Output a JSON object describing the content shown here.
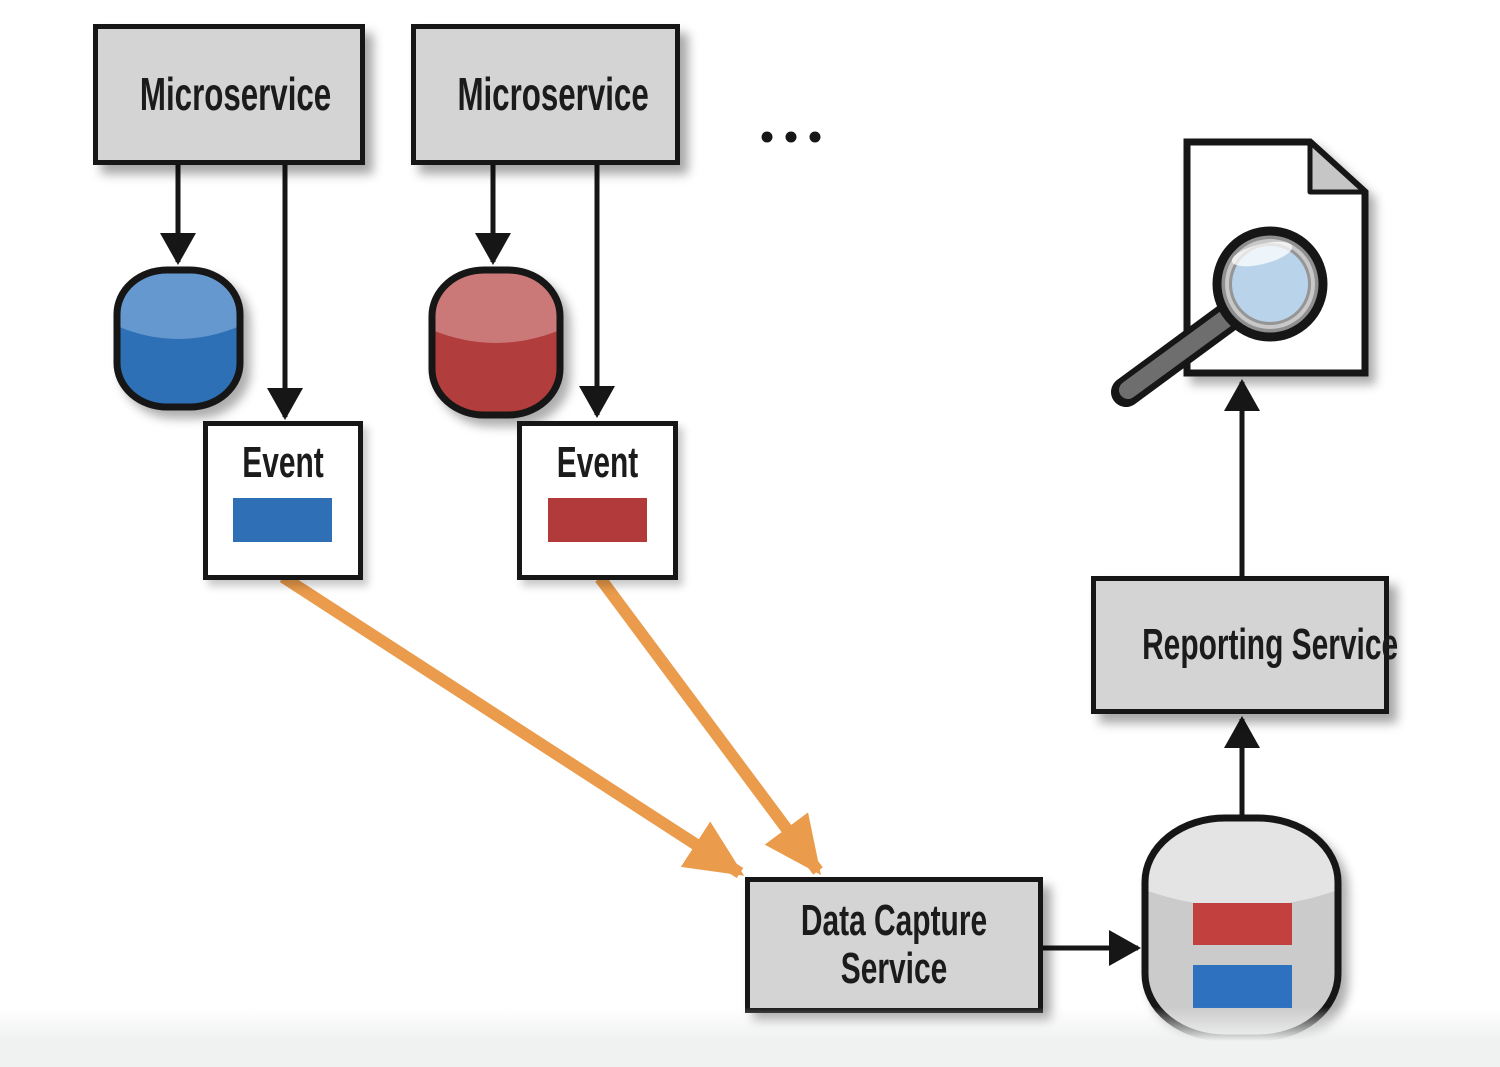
{
  "diagram_type": "event-driven microservices reporting architecture",
  "nodes": {
    "microservice_1": {
      "label": "Microservice"
    },
    "microservice_2": {
      "label": "Microservice"
    },
    "more_services_indicator": {
      "icon": "ellipsis-icon"
    },
    "database_1": {
      "icon": "database-cylinder-icon",
      "color": "#2e6fb5"
    },
    "database_2": {
      "icon": "database-cylinder-icon",
      "color": "#b23c3c"
    },
    "event_1": {
      "label": "Event",
      "swatch_color": "#2e6fb5"
    },
    "event_2": {
      "label": "Event",
      "swatch_color": "#b23a3a"
    },
    "data_capture_service": {
      "label": "Data Capture Service"
    },
    "aggregate_database": {
      "icon": "database-cylinder-icon",
      "color": "#cbcbcb",
      "contents": [
        "#c2403c",
        "#2e72bf"
      ]
    },
    "reporting_service": {
      "label": "Reporting Service"
    },
    "report_document": {
      "icon": "document-magnifier-icon"
    }
  },
  "edges": [
    {
      "from": "microservice_1",
      "to": "database_1",
      "style": "black-arrow"
    },
    {
      "from": "microservice_1",
      "to": "event_1",
      "style": "black-arrow"
    },
    {
      "from": "microservice_2",
      "to": "database_2",
      "style": "black-arrow"
    },
    {
      "from": "microservice_2",
      "to": "event_2",
      "style": "black-arrow"
    },
    {
      "from": "event_1",
      "to": "data_capture_service",
      "style": "orange-arrow"
    },
    {
      "from": "event_2",
      "to": "data_capture_service",
      "style": "orange-arrow"
    },
    {
      "from": "data_capture_service",
      "to": "aggregate_database",
      "style": "black-arrow"
    },
    {
      "from": "aggregate_database",
      "to": "reporting_service",
      "style": "black-arrow"
    },
    {
      "from": "reporting_service",
      "to": "report_document",
      "style": "black-arrow"
    }
  ],
  "palette": {
    "background": "#ffffff",
    "footer_strip": "#f0f1f1",
    "box_fill": "#d4d4d4",
    "box_border": "#161616",
    "arrow_black": "#161616",
    "arrow_orange": "#ea9b4b",
    "blue": "#2e6fb5",
    "blue_light": "#6598cf",
    "red": "#b23c3c",
    "red_light": "#ca7878",
    "cylinder_gray": "#cbcbcb",
    "cylinder_gray_light": "#e4e4e4",
    "paper_fill": "#ffffff",
    "paper_fold": "#c6c6c6",
    "lens_blue": "#b9d3ea",
    "magnifier_gray": "#8f8f8f",
    "handle_gray": "#6e6e6e"
  }
}
